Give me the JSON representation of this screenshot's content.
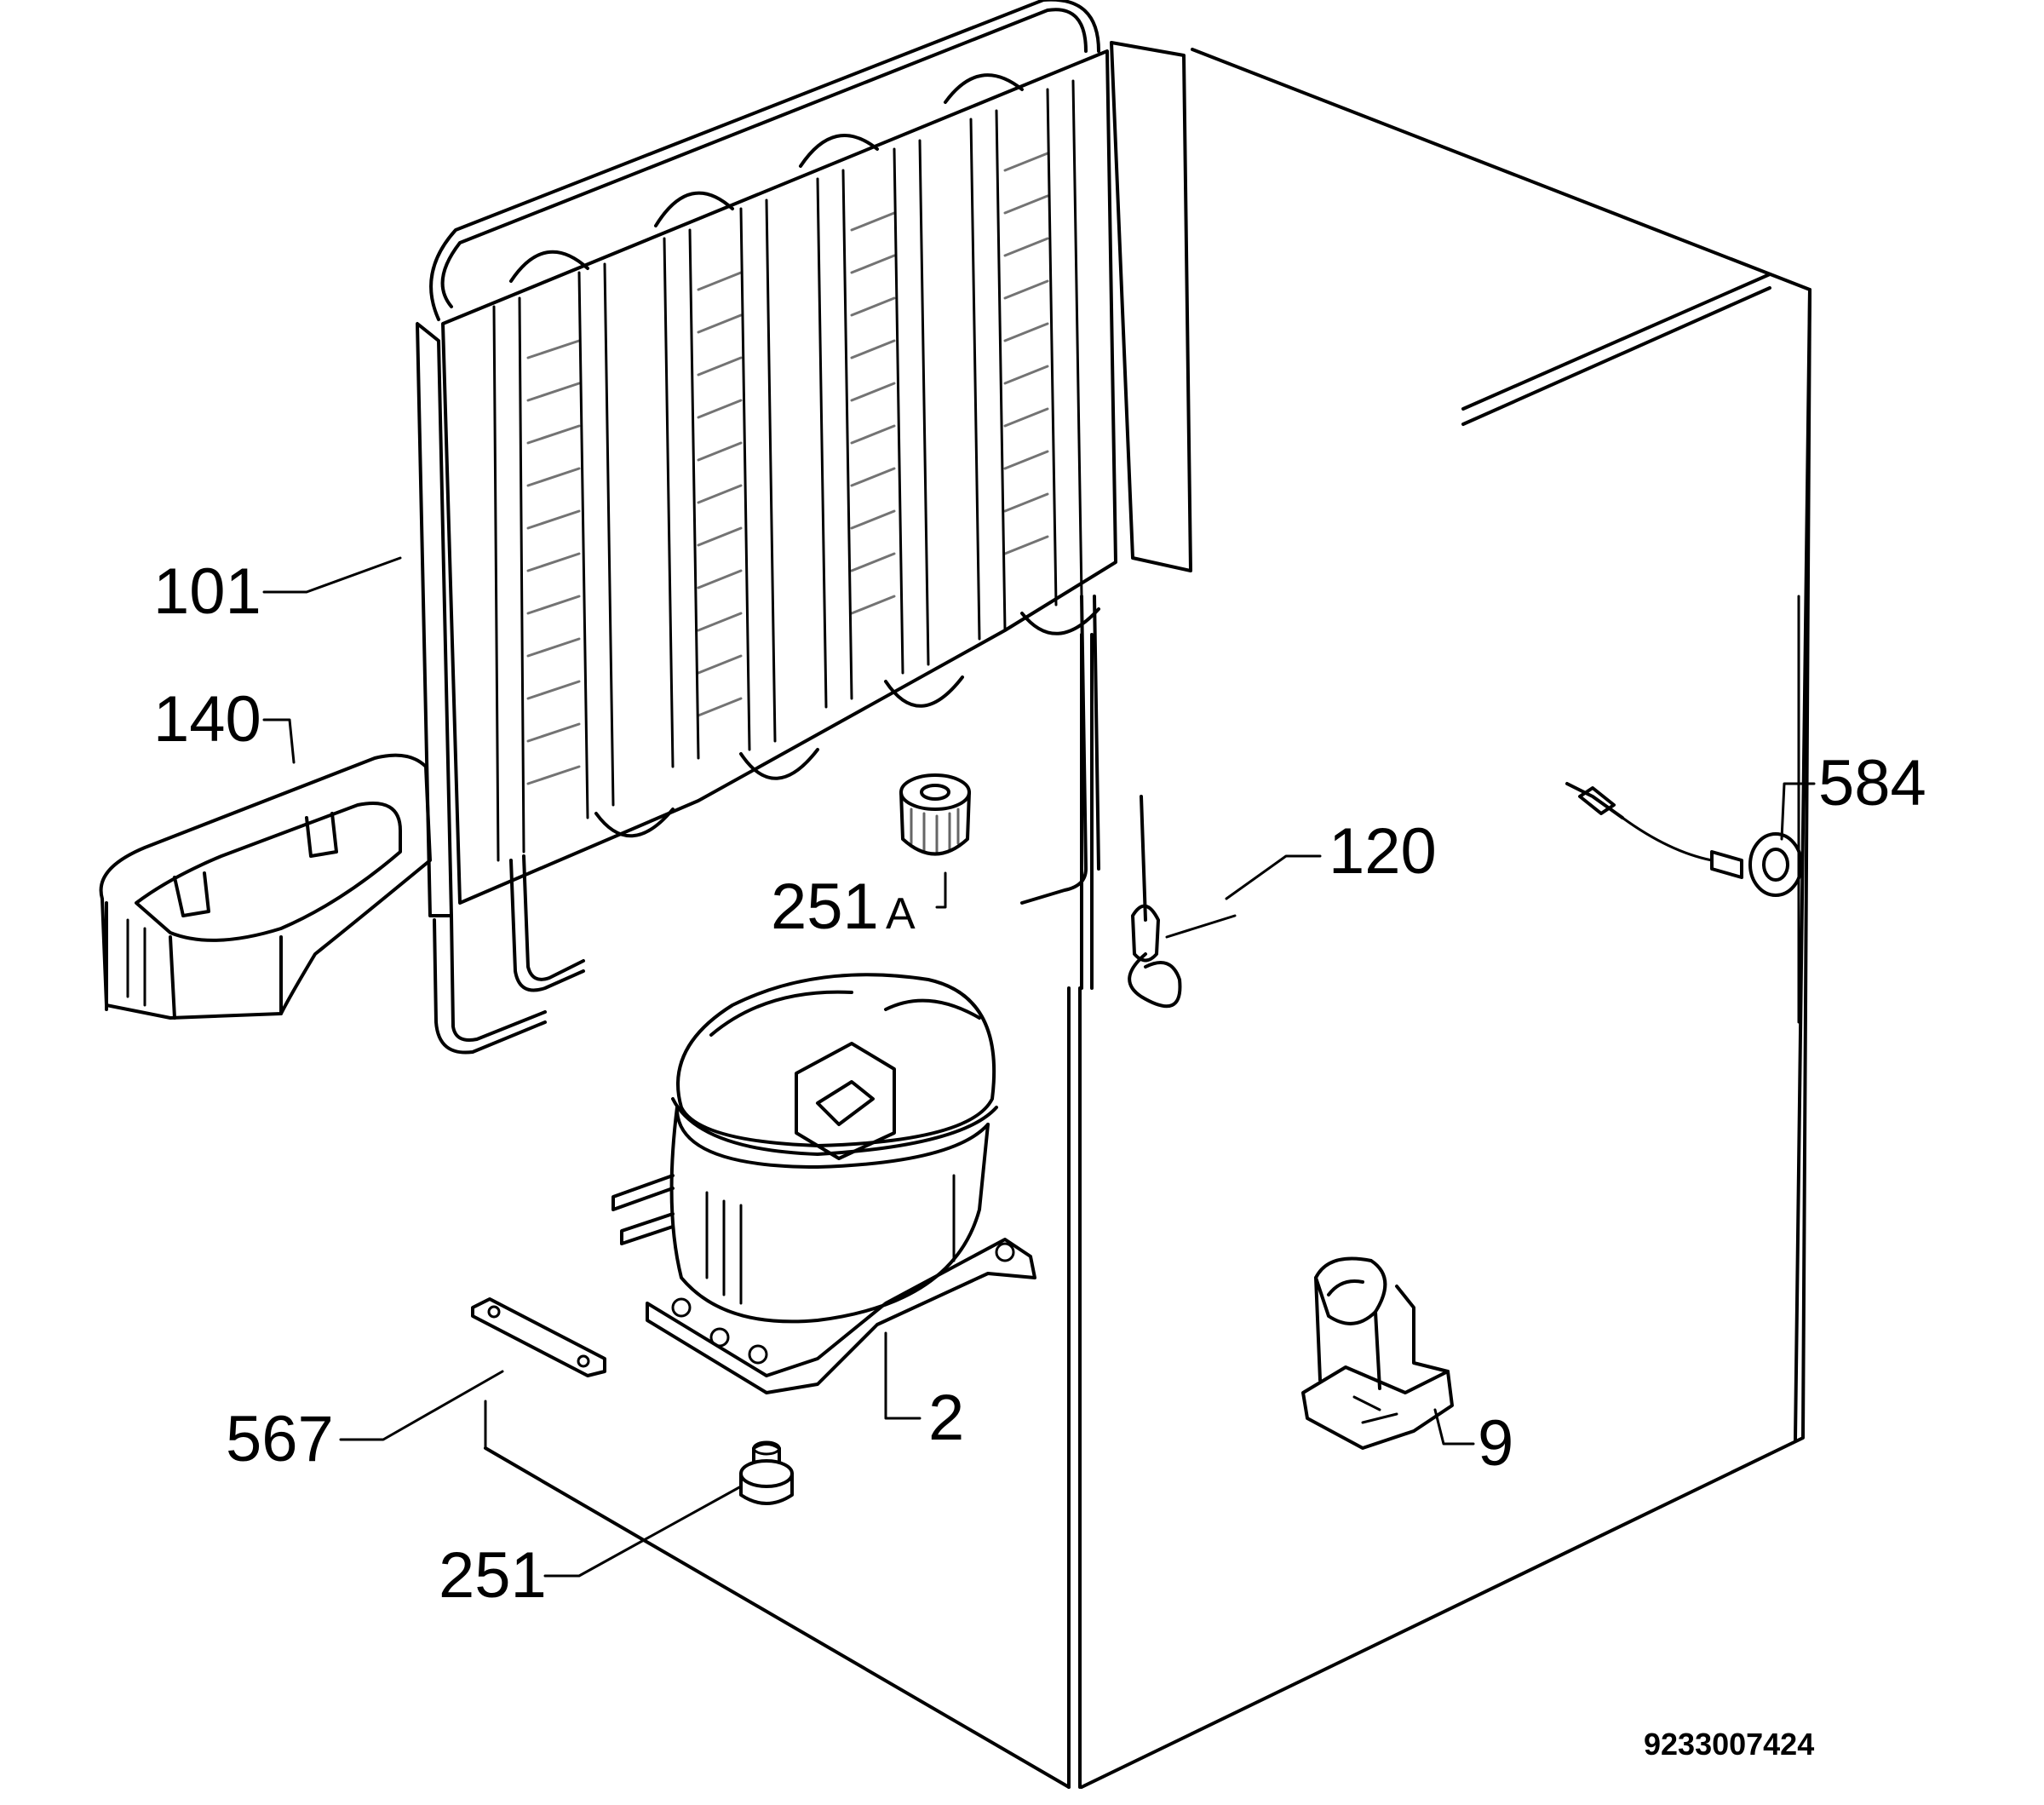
{
  "callouts": {
    "c101": "101",
    "c140": "140",
    "c251A_num": "251",
    "c251A_suffix": "A",
    "c120": "120",
    "c584": "584",
    "c2": "2",
    "c567": "567",
    "c251": "251",
    "c9": "9"
  },
  "document_number": "9233007424"
}
